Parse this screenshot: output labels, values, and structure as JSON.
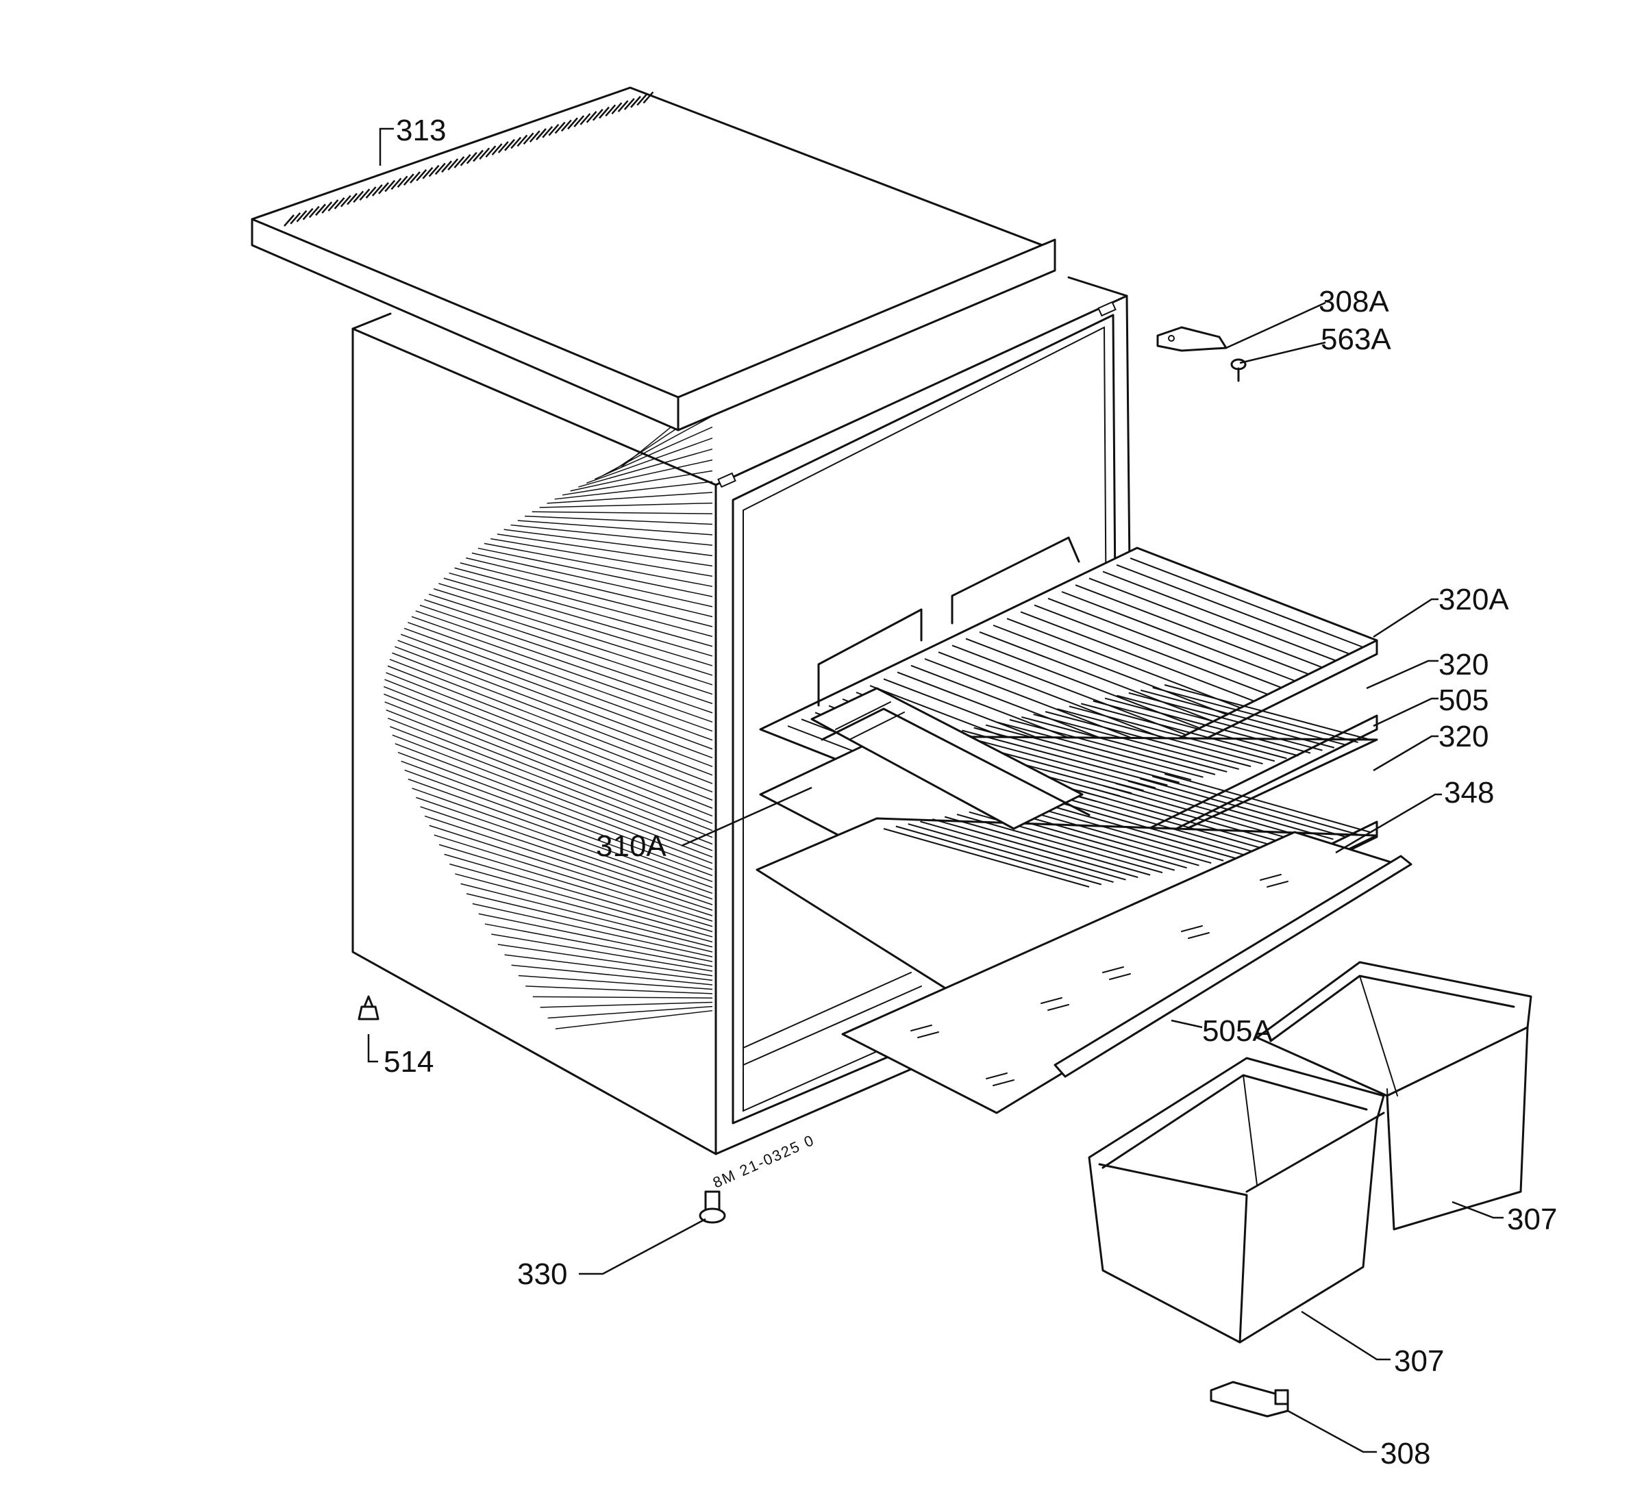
{
  "diagram": {
    "drawing_code": "8M 21-0325 0",
    "labels": {
      "top_cover": "313",
      "hinge_top": "308A",
      "screw_top": "563A",
      "shelf_top": "320A",
      "shelf_upper": "320",
      "glass_upper": "505",
      "shelf_lower": "320",
      "glass_cover": "348",
      "shelf_support": "310A",
      "glass_profile": "505A",
      "foot_left": "514",
      "foot_front": "330",
      "crisper_back": "307",
      "crisper_front": "307",
      "hinge_bottom": "308"
    }
  },
  "colors": {
    "line": "#111111",
    "background": "#ffffff"
  }
}
